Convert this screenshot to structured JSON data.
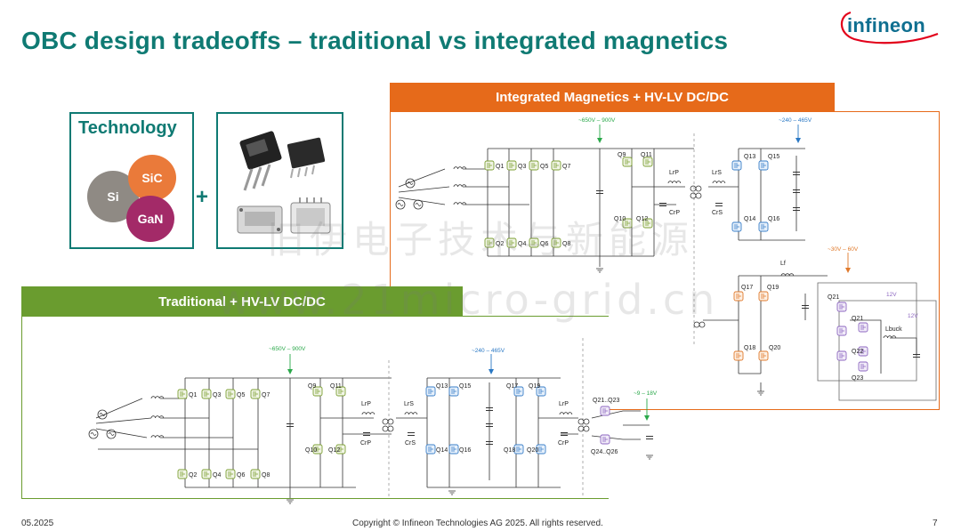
{
  "title": "OBC design tradeoffs – traditional vs integrated magnetics",
  "logo": {
    "text": "infineon",
    "color": "#0f6f90"
  },
  "technology": {
    "heading": "Technology",
    "materials": [
      "Si",
      "SiC",
      "GaN"
    ]
  },
  "plus_sign": "+",
  "integrated": {
    "header": "Integrated Magnetics + HV-LV DC/DC",
    "accent": "#e66a1a",
    "voltages": {
      "hv": "~650V – 900V",
      "mid": "~240 – 465V",
      "lv": "~30V – 60V"
    },
    "labels": {
      "q_top": [
        "Q1",
        "Q3",
        "Q5",
        "Q7"
      ],
      "q_bot": [
        "Q2",
        "Q4",
        "Q6",
        "Q8"
      ],
      "q9": "Q9",
      "q11": "Q11",
      "q10": "Q10",
      "q12": "Q12",
      "q13": "Q13",
      "q15": "Q15",
      "q14": "Q14",
      "q16": "Q16",
      "q17": "Q17",
      "q19": "Q19",
      "q18": "Q18",
      "q20": "Q20",
      "q21": "Q21",
      "q22": "Q22",
      "q23": "Q23",
      "lrp": "LrP",
      "lrs": "LrS",
      "crp": "CrP",
      "crs": "CrS",
      "lf": "Lf",
      "lbuck": "Lbuck",
      "v12": "12V"
    }
  },
  "traditional": {
    "header": "Traditional + HV-LV DC/DC",
    "accent": "#6a9c2f",
    "voltages": {
      "hv": "~650V – 900V",
      "mid": "~240 – 465V",
      "lv": "~9 – 18V"
    },
    "labels": {
      "q_top": [
        "Q1",
        "Q3",
        "Q5",
        "Q7"
      ],
      "q_bot": [
        "Q2",
        "Q4",
        "Q6",
        "Q8"
      ],
      "q9": "Q9",
      "q11": "Q11",
      "q10": "Q10",
      "q12": "Q12",
      "q13": "Q13",
      "q15": "Q15",
      "q14": "Q14",
      "q16": "Q16",
      "q17": "Q17",
      "q19": "Q19",
      "q18": "Q18",
      "q20": "Q20",
      "q2123": "Q21..Q23",
      "q2426": "Q24..Q26",
      "lrp1": "LrP",
      "lrs": "LrS",
      "crp1": "CrP",
      "crs": "CrS",
      "lrp2": "LrP",
      "crp2": "CrP"
    }
  },
  "watermark": {
    "cn": "旧伊电子技术与新能源",
    "url": "www.21micro-grid.cn"
  },
  "footer": {
    "date": "05.2025",
    "copyright": "Copyright © Infineon Technologies AG 2025. All rights reserved.",
    "page": "7"
  }
}
